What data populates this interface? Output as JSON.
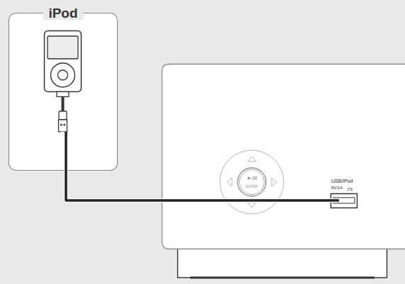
{
  "diagram": {
    "nodes": [
      {
        "text": [
          "iPod"
        ]
      }
    ],
    "labels": [
      "USB/iPod",
      "5V/1A",
      "►/II",
      "ENTER"
    ]
  }
}
